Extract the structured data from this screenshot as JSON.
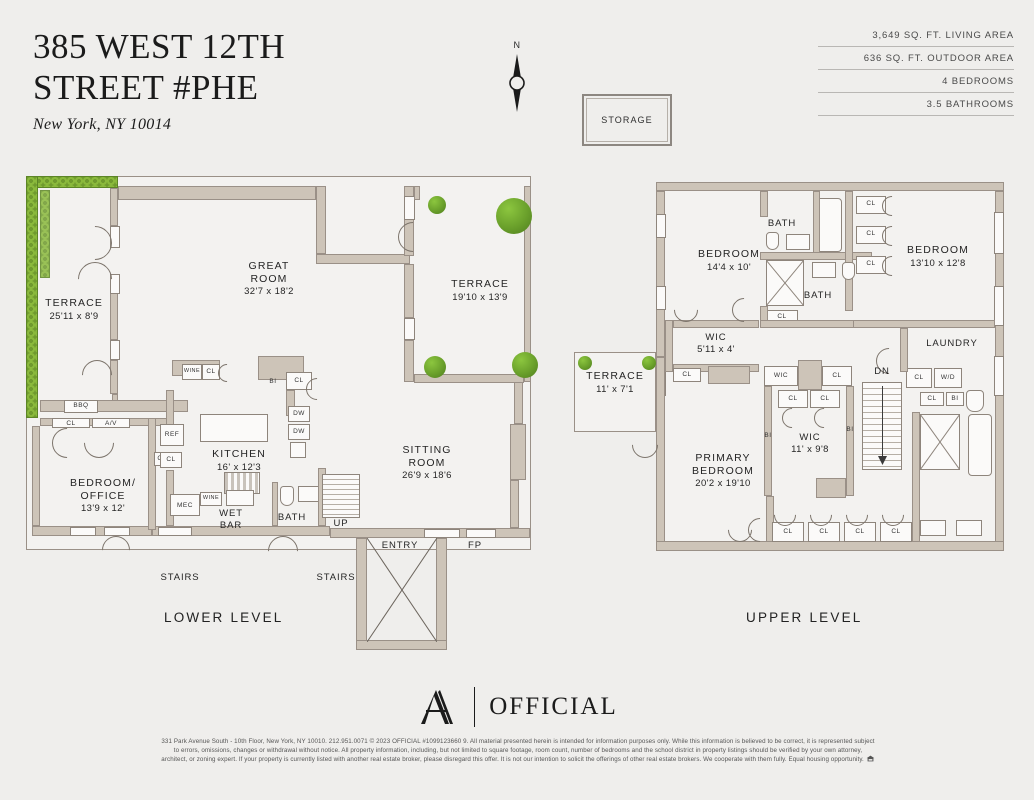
{
  "header": {
    "title_line1": "385 WEST 12TH",
    "title_line2": "STREET #PHE",
    "subtitle": "New York, NY 10014"
  },
  "stats": [
    "3,649 SQ. FT. LIVING AREA",
    "636 SQ. FT. OUTDOOR AREA",
    "4 BEDROOMS",
    "3.5 BATHROOMS"
  ],
  "compass": {
    "north_label": "N",
    "icon": "compass-needle-icon"
  },
  "storage": {
    "label": "STORAGE"
  },
  "levels": {
    "lower": {
      "label": "LOWER LEVEL"
    },
    "upper": {
      "label": "UPPER LEVEL"
    }
  },
  "lower_level": {
    "rooms": [
      {
        "name": "TERRACE",
        "dim": "25'11 x 8'9"
      },
      {
        "name": "GREAT\nROOM",
        "line1": "GREAT",
        "line2": "ROOM",
        "dim": "32'7 x 18'2"
      },
      {
        "name": "TERRACE",
        "dim": "19'10 x 13'9"
      },
      {
        "name": "SITTING",
        "line1": "SITTING",
        "line2": "ROOM",
        "dim": "26'9 x 18'6"
      },
      {
        "name": "BEDROOM/",
        "line1": "BEDROOM/",
        "line2": "OFFICE",
        "dim": "13'9 x 12'"
      },
      {
        "name": "KITCHEN",
        "dim": "16' x 12'3"
      }
    ],
    "small_labels": [
      "BBQ",
      "CL",
      "A/V",
      "REF",
      "CL",
      "MEC",
      "WINE",
      "WINE",
      "CL",
      "BI",
      "CL",
      "DW",
      "DW",
      "WET",
      "BAR",
      "BATH",
      "UP",
      "STAIRS",
      "STAIRS",
      "ENTRY",
      "FP"
    ]
  },
  "upper_level": {
    "rooms": [
      {
        "name": "BEDROOM",
        "dim": "14'4 x 10'"
      },
      {
        "name": "BEDROOM",
        "dim": "13'10 x 12'8"
      },
      {
        "name": "TERRACE",
        "dim": "11' x 7'1"
      },
      {
        "name": "WIC",
        "dim": "5'11 x 4'"
      },
      {
        "name": "WIC",
        "dim": "11' x 9'8"
      },
      {
        "name": "PRIMARY",
        "line1": "PRIMARY",
        "line2": "BEDROOM",
        "dim": "20'2 x 19'10"
      }
    ],
    "small_labels": [
      "BATH",
      "BATH",
      "CL",
      "CL",
      "CL",
      "CL",
      "CL",
      "CL",
      "CL",
      "CL",
      "CL",
      "CL",
      "CL",
      "CL",
      "BI",
      "BI",
      "BI",
      "WIC",
      "LAUNDRY",
      "W/D",
      "DN"
    ]
  },
  "brand": {
    "word": "OFFICIAL",
    "mark": "a-monogram-icon"
  },
  "legal": {
    "text": "331 Park Avenue South - 10th Floor, New York, NY 10010. 212.951.0071 © 2023 OFFICIAL #1099123660 9. All material presented herein is intended for information purposes only. While this information is believed to be correct, it is represented subject to errors, omissions, changes or withdrawal without notice. All property information, including, but not limited to square footage, room count, number of bedrooms and the school district in property listings should be verified by your own attorney, architect, or zoning expert. If your property is currently listed with another real estate broker, please disregard this offer. It is not our intention to solicit the offerings of other real estate brokers. We cooperate with them fully. Equal housing opportunity."
  },
  "colors": {
    "background": "#efeeec",
    "wall": "#cdc4b8",
    "wall_stroke": "#9a9087",
    "room_fill": "#f3f2f0",
    "hedge_green": "#6f9a2e",
    "tree_green": "#6aa02b",
    "text": "#231f20"
  }
}
